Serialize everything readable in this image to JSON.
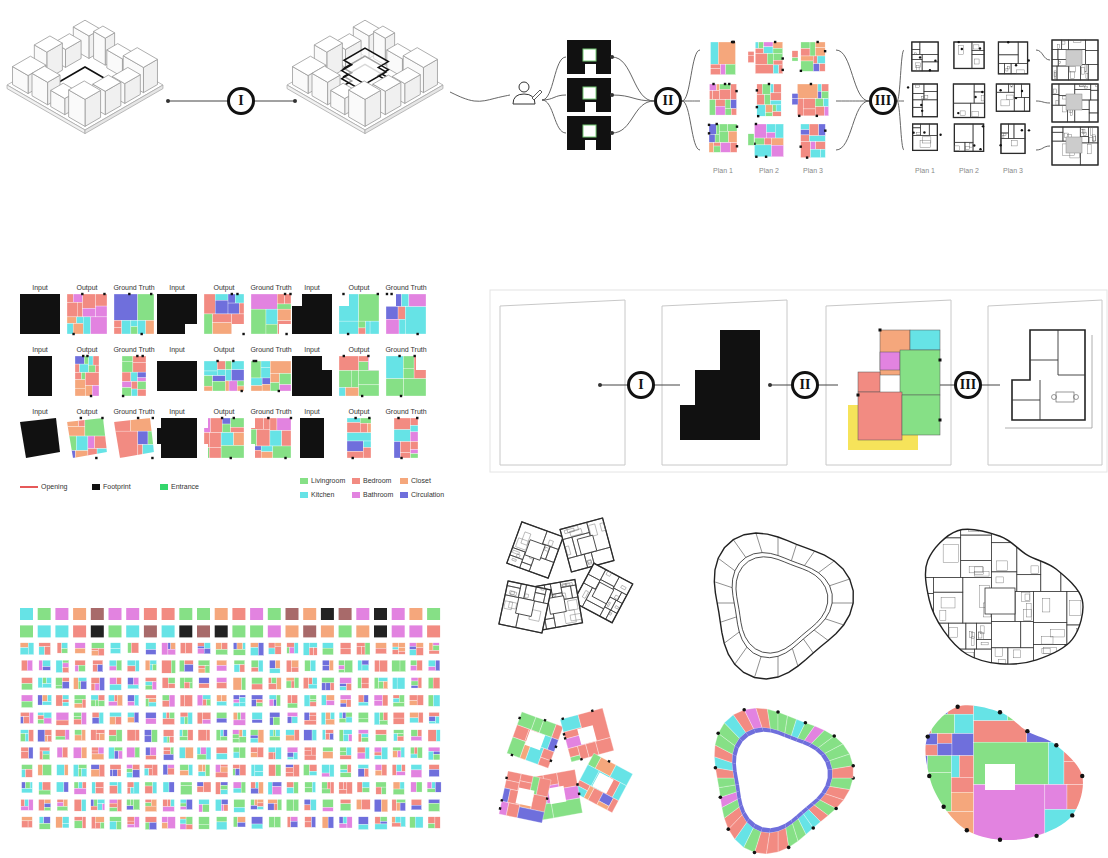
{
  "diagram": {
    "nodes": [
      {
        "text": [
          "I"
        ]
      },
      {
        "text": [
          "II"
        ]
      },
      {
        "text": [
          "III"
        ]
      },
      {
        "text": [
          "I"
        ]
      },
      {
        "text": [
          "II"
        ]
      },
      {
        "text": [
          "III"
        ]
      }
    ],
    "labels": [
      "Input",
      "Output",
      "Ground Truth",
      "Input",
      "Output",
      "Ground Truth",
      "Input",
      "Output",
      "Ground Truth",
      "Input",
      "Output",
      "Ground Truth",
      "Input",
      "Output",
      "Ground Truth",
      "Input",
      "Output",
      "Ground Truth",
      "Input",
      "Output",
      "Ground Truth",
      "Input",
      "Output",
      "Ground Truth",
      "Input",
      "Output",
      "Ground Truth",
      "Plan 1",
      "Plan 2",
      "Plan 3",
      "Plan 1",
      "Plan 2",
      "Plan 3"
    ],
    "legend": [
      {
        "text": "Opening"
      },
      {
        "text": "Footprint",
        "color": "#111111"
      },
      {
        "text": "Entrance",
        "color": "#33d66b"
      },
      {
        "text": "Livingroom",
        "color": "#86e086"
      },
      {
        "text": "Bedroom",
        "color": "#f28b82"
      },
      {
        "text": "Closet",
        "color": "#f5a77c"
      },
      {
        "text": "Kitchen",
        "color": "#66e3e6"
      },
      {
        "text": "Bathroom",
        "color": "#e283e0"
      },
      {
        "text": "Circulation",
        "color": "#6f6fdc"
      }
    ]
  }
}
